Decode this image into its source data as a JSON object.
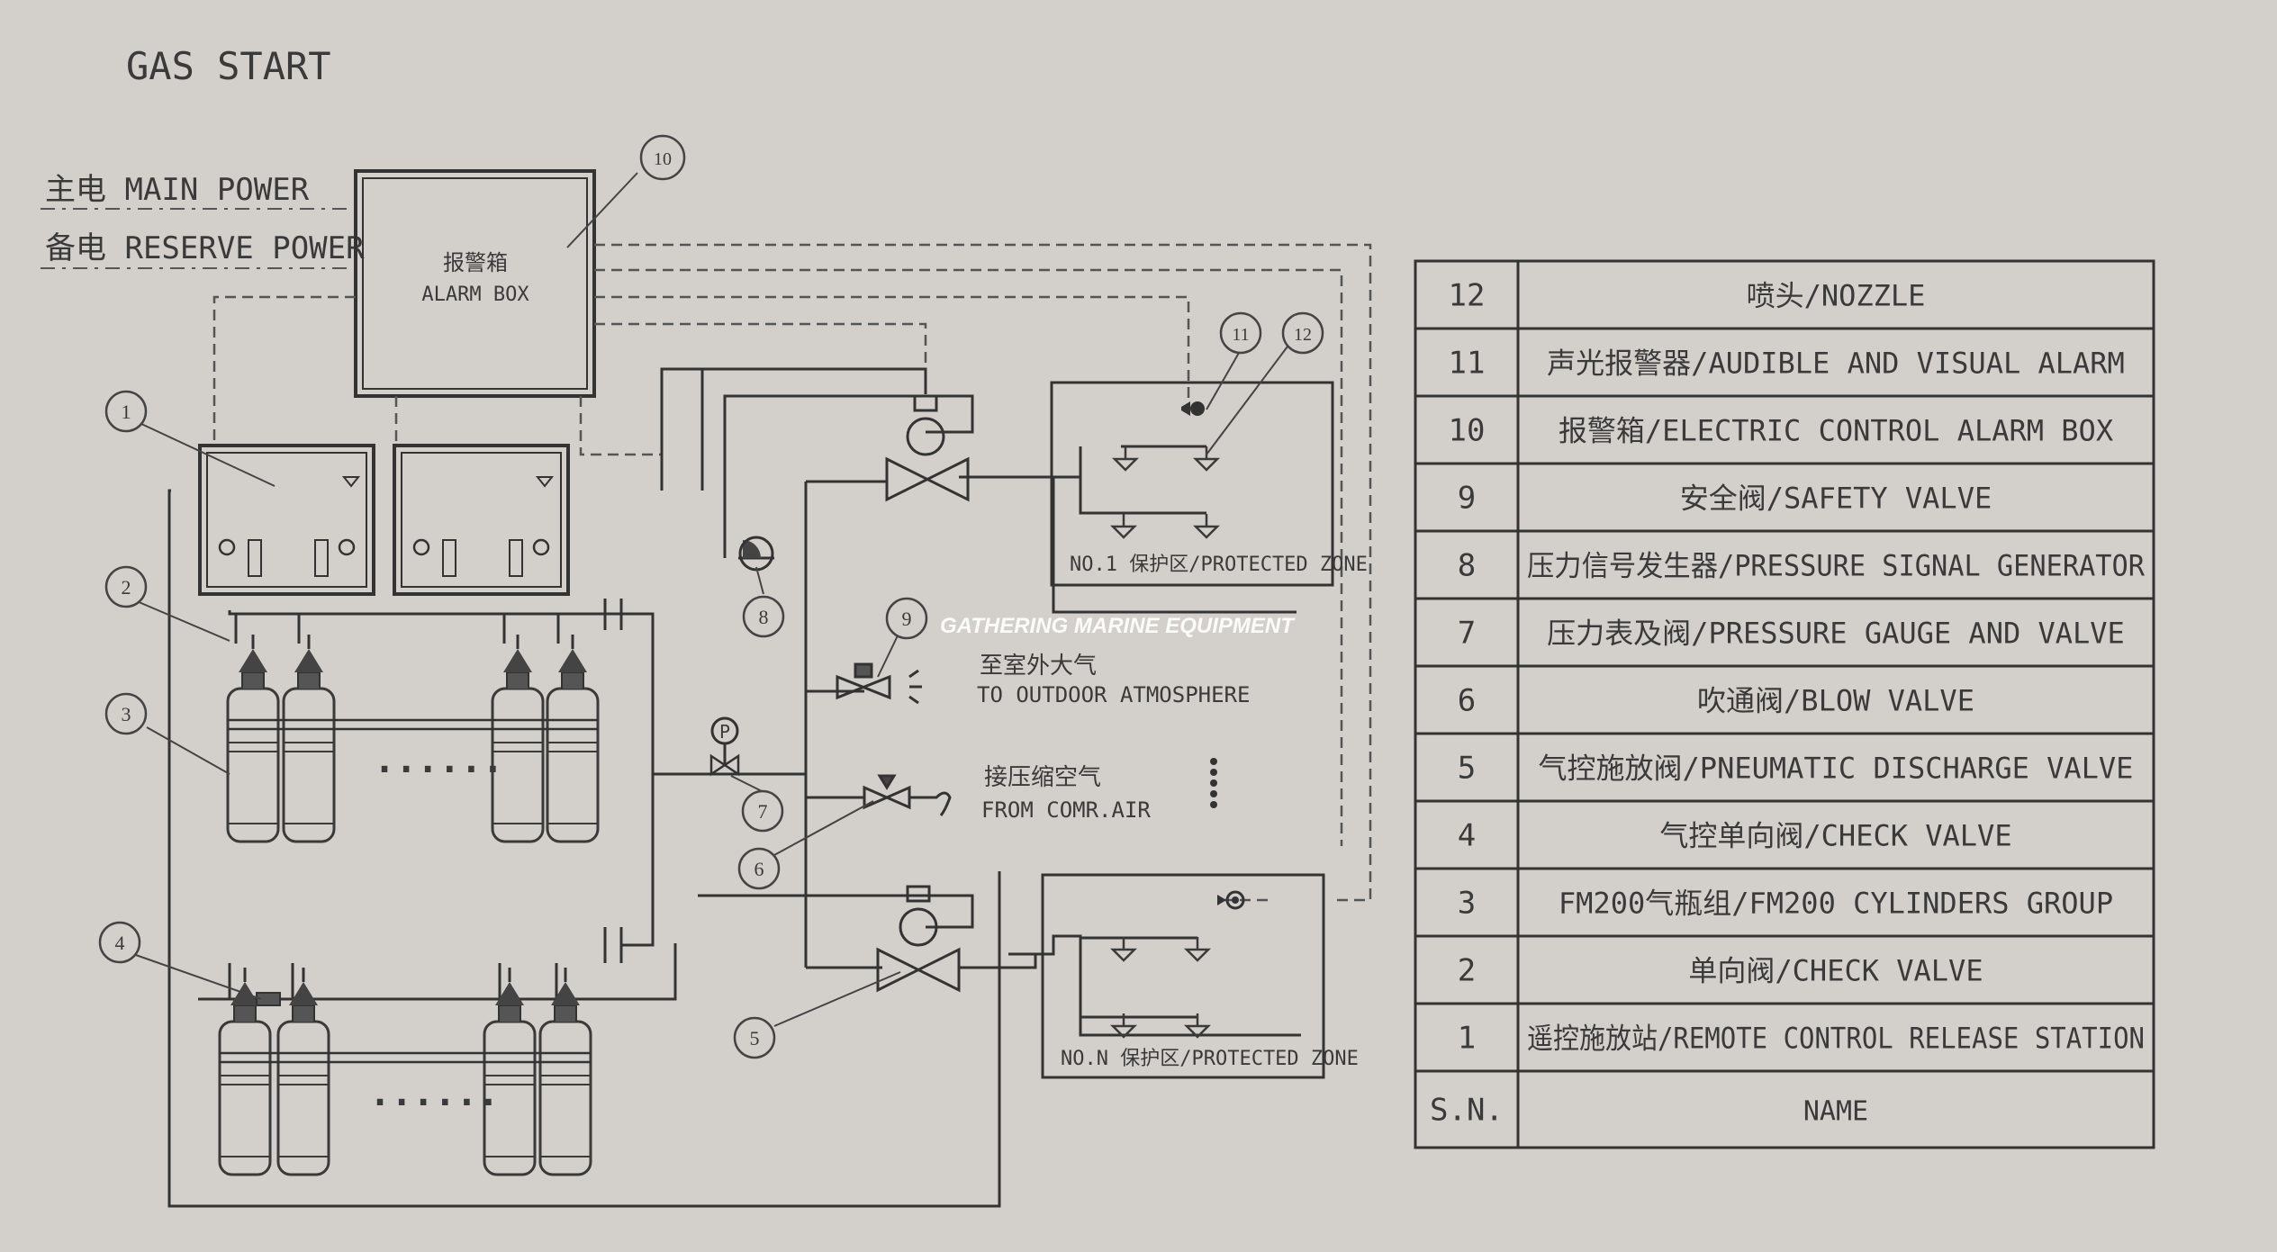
{
  "title": "GAS START",
  "power": {
    "main": "主电 MAIN POWER",
    "reserve": "备电 RESERVE POWER"
  },
  "alarm_box": {
    "cn": "报警箱",
    "en": "ALARM BOX"
  },
  "zones": {
    "zone1": "NO.1 保护区/PROTECTED ZONE",
    "zoneN": "NO.N 保护区/PROTECTED ZONE"
  },
  "outdoor": {
    "cn": "至室外大气",
    "en": "TO OUTDOOR ATMOSPHERE"
  },
  "comp_air": {
    "cn": "接压缩空气",
    "en": "FROM COMR.AIR"
  },
  "dots": "......",
  "watermark": "GATHERING MARINE EQUIPMENT",
  "callouts": [
    "1",
    "2",
    "3",
    "4",
    "5",
    "6",
    "7",
    "8",
    "9",
    "10",
    "11",
    "12"
  ],
  "gauge_letter": "P",
  "legend": {
    "header": {
      "sn": "S.N.",
      "name": "NAME"
    },
    "rows": [
      {
        "sn": "12",
        "name": "喷头/NOZZLE"
      },
      {
        "sn": "11",
        "name": "声光报警器/AUDIBLE AND VISUAL ALARM"
      },
      {
        "sn": "10",
        "name": "报警箱/ELECTRIC CONTROL ALARM BOX"
      },
      {
        "sn": "9",
        "name": "安全阀/SAFETY VALVE"
      },
      {
        "sn": "8",
        "name": "压力信号发生器/PRESSURE SIGNAL GENERATOR"
      },
      {
        "sn": "7",
        "name": "压力表及阀/PRESSURE GAUGE AND VALVE"
      },
      {
        "sn": "6",
        "name": "吹通阀/BLOW VALVE"
      },
      {
        "sn": "5",
        "name": "气控施放阀/PNEUMATIC DISCHARGE VALVE"
      },
      {
        "sn": "4",
        "name": "气控单向阀/CHECK VALVE"
      },
      {
        "sn": "3",
        "name": "FM200气瓶组/FM200 CYLINDERS GROUP"
      },
      {
        "sn": "2",
        "name": "单向阀/CHECK VALVE"
      },
      {
        "sn": "1",
        "name": "遥控施放站/REMOTE CONTROL RELEASE STATION"
      }
    ]
  }
}
